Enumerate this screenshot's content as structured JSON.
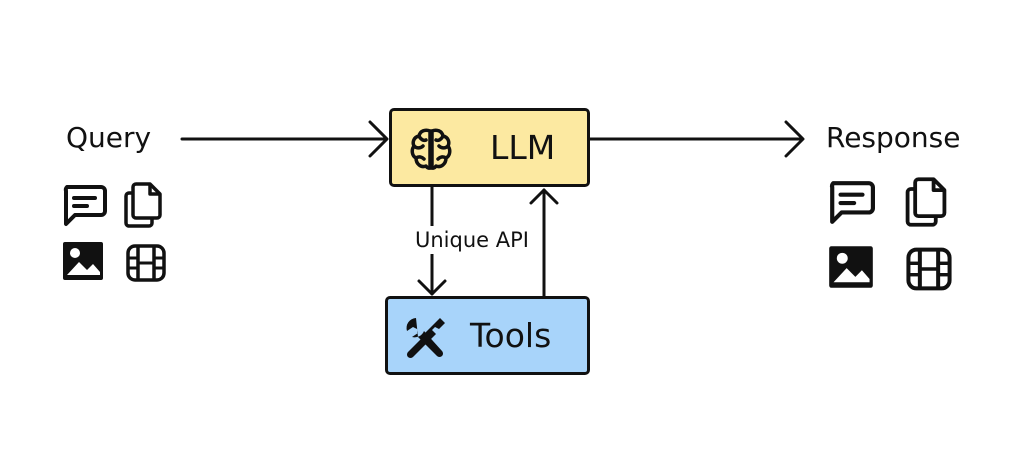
{
  "input": {
    "label": "Query"
  },
  "output": {
    "label": "Response"
  },
  "llm": {
    "label": "LLM",
    "color": "#FCE9A1"
  },
  "tools": {
    "label": "Tools",
    "color": "#A8D4FA"
  },
  "connector": {
    "label": "Unique API"
  },
  "media_icons": [
    "message-icon",
    "documents-icon",
    "image-icon",
    "video-icon"
  ],
  "stroke_color": "#111111"
}
